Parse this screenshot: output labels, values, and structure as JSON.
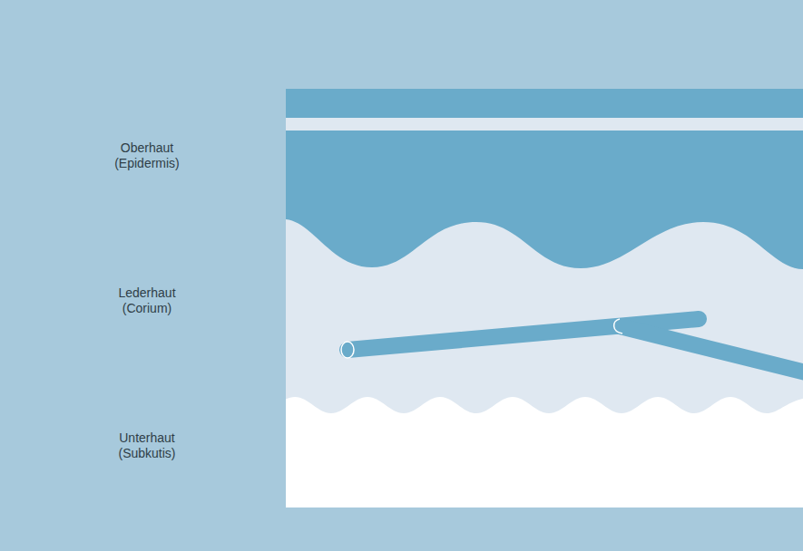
{
  "diagram": {
    "labels": [
      "Oberhaut (Epidermis)",
      "Lederhaut (Corium)",
      "Unterhaut (Subkutis)"
    ]
  }
}
